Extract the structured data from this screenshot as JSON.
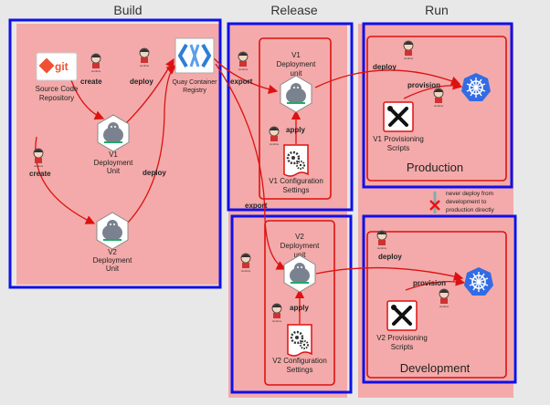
{
  "columns": {
    "build": "Build",
    "release": "Release",
    "run": "Run"
  },
  "nodes": {
    "git": {
      "logo": "git",
      "label1": "Source Code",
      "label2": "Repository"
    },
    "v1_unit_build": {
      "l1": "V1",
      "l2": "Deployment",
      "l3": "Unit"
    },
    "v2_unit_build": {
      "l1": "V2",
      "l2": "Deployment",
      "l3": "Unit"
    },
    "quay": {
      "l1": "Quay Container",
      "l2": "Registry"
    },
    "v1_release": {
      "l1": "V1",
      "l2": "Deployment",
      "l3": "unit"
    },
    "v1_config": {
      "l1": "V1 Configuration",
      "l2": "Settings"
    },
    "v2_release": {
      "l1": "V2",
      "l2": "Deployment",
      "l3": "unit"
    },
    "v2_config": {
      "l1": "V2 Configuration",
      "l2": "Settings"
    },
    "v1_scripts": {
      "l1": "V1 Provisioning",
      "l2": "Scripts"
    },
    "v2_scripts": {
      "l1": "V2 Provisioning",
      "l2": "Scripts"
    }
  },
  "environments": {
    "production": "Production",
    "development": "Development"
  },
  "edges": {
    "create1": "create",
    "create2": "create",
    "deploy1": "deploy",
    "deploy2": "deploy",
    "export1": "export",
    "export2": "export",
    "apply1": "apply",
    "apply2": "apply",
    "deploy_prod": "deploy",
    "deploy_dev": "deploy",
    "provision_prod": "provision",
    "provision_dev": "provision"
  },
  "note": {
    "l1": "never deploy from",
    "l2": "development to",
    "l3": "production directly"
  },
  "colors": {
    "pink": "#f4aaaa",
    "blue": "#1010e8",
    "red": "#d11",
    "k8s": "#326ce5"
  },
  "icons": [
    "jenkins-icon",
    "git-icon",
    "quay-icon",
    "seal-icon",
    "gear-doc-icon",
    "tools-icon",
    "kubernetes-icon"
  ]
}
